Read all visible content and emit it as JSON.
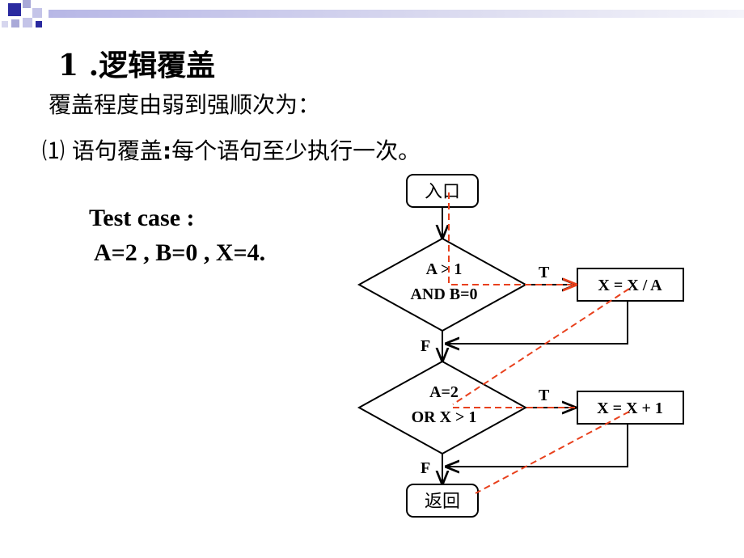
{
  "slide": {
    "title": "1 .逻辑覆盖",
    "subtitle": "覆盖程度由弱到强顺次为：",
    "item_number": "⑴",
    "item_term": "语句覆盖",
    "item_colon": ":",
    "item_desc": "每个语句至少执行一次。",
    "test_case_label": "Test case :",
    "test_case_values": "A=2 , B=0 , X=4."
  },
  "flowchart": {
    "entry": "入口",
    "cond1_line1": "A > 1",
    "cond1_line2": "AND B=0",
    "action1": "X = X / A",
    "cond2_line1": "A=2",
    "cond2_line2": "OR X > 1",
    "action2": "X = X + 1",
    "exit": "返回",
    "true_label_1": "T",
    "false_label_1": "F",
    "true_label_2": "T",
    "false_label_2": "F"
  },
  "colors": {
    "path_trace": "#e8401c",
    "deco_blue": "#2a2aa0",
    "deco_light": "#a9a9d8"
  }
}
